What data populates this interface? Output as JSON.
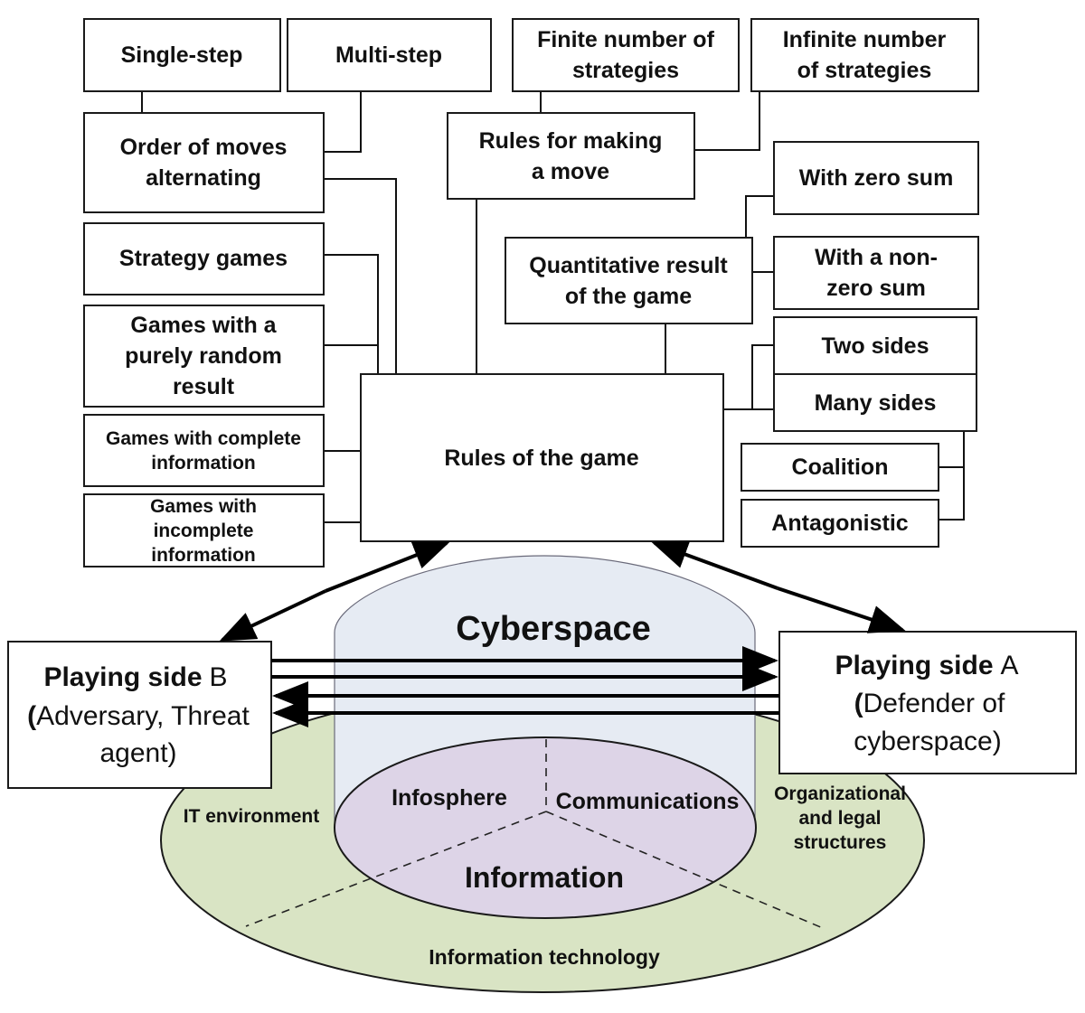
{
  "top_categories": {
    "single_step": "Single-step",
    "multi_step": "Multi-step",
    "finite_strategies": [
      "Finite number of",
      "strategies"
    ],
    "infinite_strategies": [
      "Infinite number",
      "of strategies"
    ]
  },
  "left_column": {
    "order_of_moves": [
      "Order of moves",
      "alternating"
    ],
    "strategy_games": "Strategy games",
    "random_result": [
      "Games with a",
      "purely random",
      "result"
    ],
    "complete_info": [
      "Games with complete",
      "information"
    ],
    "incomplete_info": [
      "Games with",
      "incomplete",
      "information"
    ]
  },
  "center": {
    "rules_for_move": [
      "Rules for making",
      "a move"
    ],
    "rules_of_game": "Rules of the game"
  },
  "right_column": {
    "zero_sum": "With zero sum",
    "non_zero_sum": [
      "With a non-",
      "zero sum"
    ],
    "quantitative_result": [
      "Quantitative result",
      "of the game"
    ],
    "two_sides": "Two sides",
    "many_sides": "Many sides",
    "coalition": "Coalition",
    "antagonistic": "Antagonistic"
  },
  "cyberspace": {
    "title": "Cyberspace",
    "infosphere": "Infosphere",
    "communications": "Communications",
    "information": "Information",
    "it_environment": "IT environment",
    "org_legal": [
      "Organizational",
      "and legal",
      "structures"
    ],
    "info_tech": "Information technology"
  },
  "players": {
    "side_b_title": "Playing side",
    "side_b_letter": "B",
    "side_b_desc": [
      "Adversary, Threat",
      "agent)"
    ],
    "side_a_title": "Playing side",
    "side_a_letter": "A",
    "side_a_desc": [
      "Defender of",
      "cyberspace)"
    ]
  },
  "colors": {
    "ground_ellipse": "#d9e4c4",
    "cylinder": "#e6ebf3",
    "info_ellipse": "#ddd4e7",
    "line": "#111111"
  }
}
